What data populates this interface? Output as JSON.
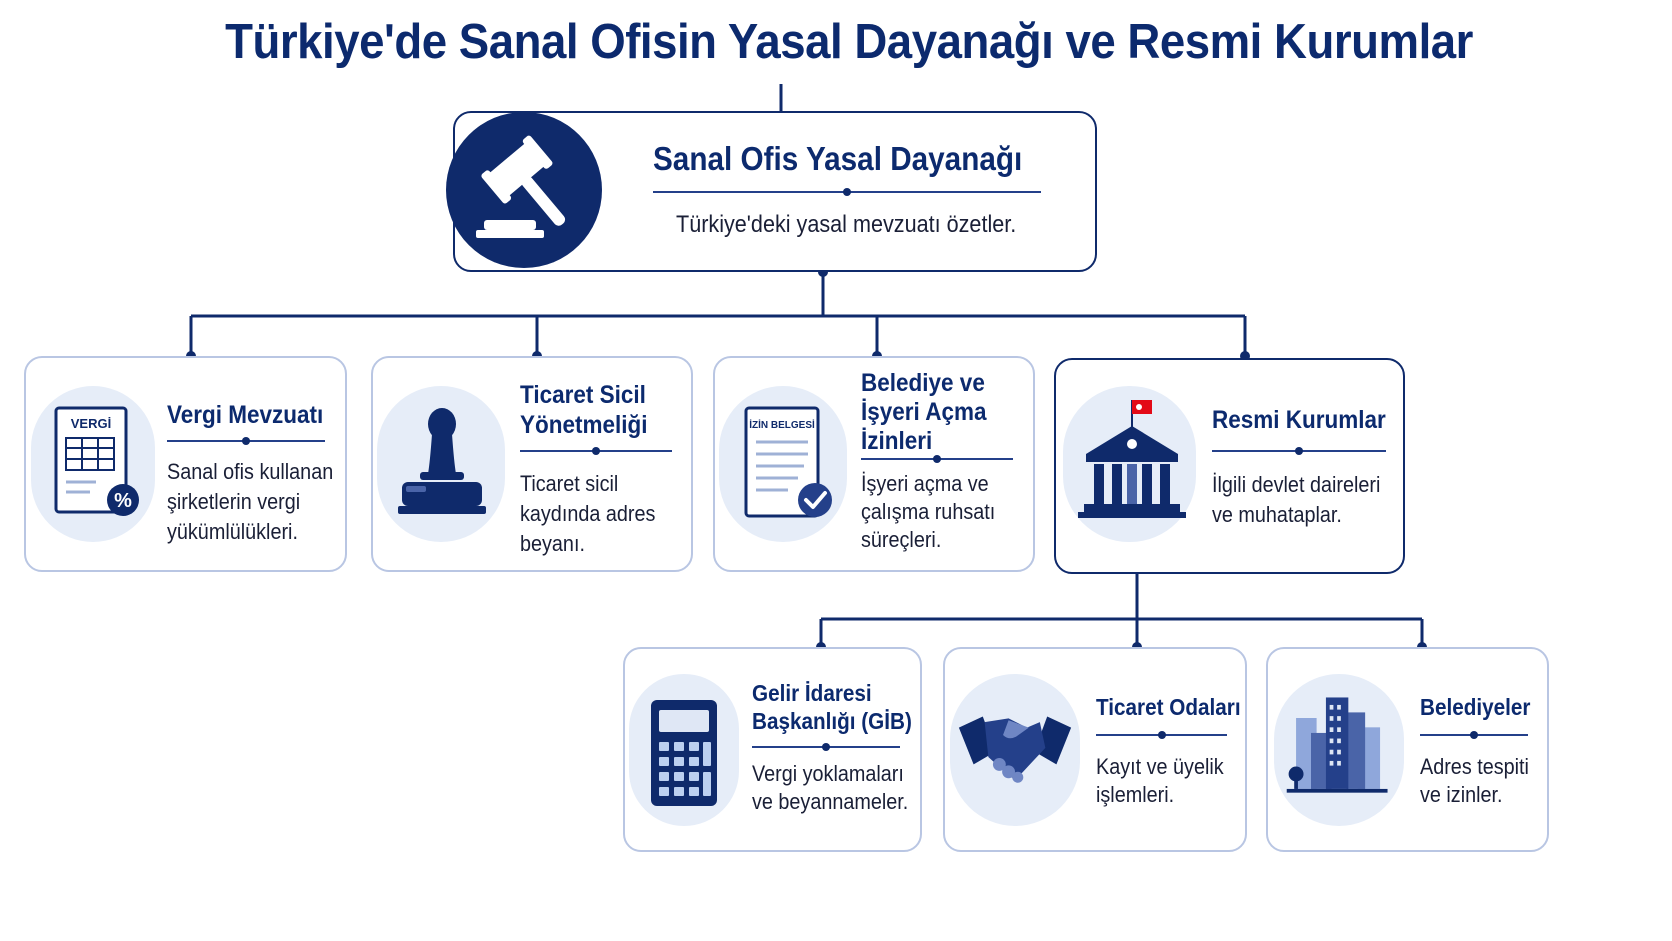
{
  "title": "Türkiye'de Sanal Ofisin Yasal Dayanağı ve Resmi Kurumlar",
  "root": {
    "title": "Sanal Ofis Yasal Dayanağı",
    "desc": "Türkiye'deki yasal mevzuatı özetler.",
    "icon": "gavel-icon"
  },
  "level1": [
    {
      "title": "Vergi Mevzuatı",
      "desc": "Sanal ofis kullanan\nşirketlerin vergi\nyükümlülükleri.",
      "icon": "tax-document-icon",
      "icon_text": "VERGİ",
      "icon_symbol": "%"
    },
    {
      "title": "Ticaret Sicil\nYönetmeliği",
      "desc": "Ticaret sicil\nkaydında adres\nbeyanı.",
      "icon": "stamp-icon"
    },
    {
      "title": "Belediye ve\nİşyeri Açma\nİzinleri",
      "desc": "İşyeri açma ve\nçalışma ruhsatı\nsüreçleri.",
      "icon": "permit-document-icon",
      "icon_text": "İZİN BELGESİ"
    },
    {
      "title": "Resmi Kurumlar",
      "desc": "İlgili devlet daireleri\nve muhataplar.",
      "icon": "government-building-icon"
    }
  ],
  "level2": [
    {
      "title": "Gelir İdaresi\nBaşkanlığı (GİB)",
      "desc": "Vergi yoklamaları\nve beyannameler.",
      "icon": "calculator-icon"
    },
    {
      "title": "Ticaret Odaları",
      "desc": "Kayıt ve üyelik\nişlemleri.",
      "icon": "handshake-icon"
    },
    {
      "title": "Belediyeler",
      "desc": "Adres tespiti\nve izinler.",
      "icon": "city-buildings-icon"
    }
  ],
  "colors": {
    "navy": "#0f2a6b",
    "title": "#0c2a6e",
    "light_circle": "#e6edf8",
    "border": "#b9c6e3",
    "flag_red": "#e30a17"
  }
}
